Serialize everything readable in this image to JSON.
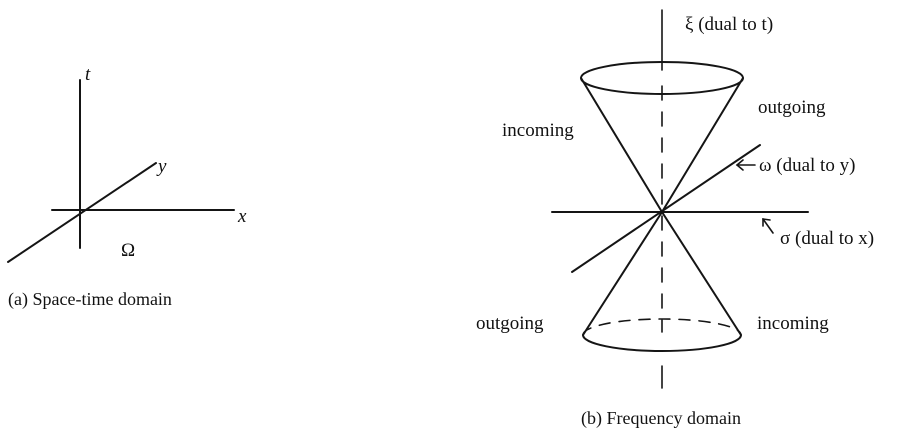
{
  "panel_a": {
    "t_axis": "t",
    "y_axis": "y",
    "x_axis": "x",
    "region": "Ω",
    "caption": "(a) Space-time domain"
  },
  "panel_b": {
    "xi_label": "ξ (dual to t)",
    "omega_label": "ω (dual to y)",
    "sigma_label": "σ (dual to x)",
    "upper_left": "incoming",
    "upper_right": "outgoing",
    "lower_left": "outgoing",
    "lower_right": "incoming",
    "caption": "(b) Frequency domain"
  }
}
